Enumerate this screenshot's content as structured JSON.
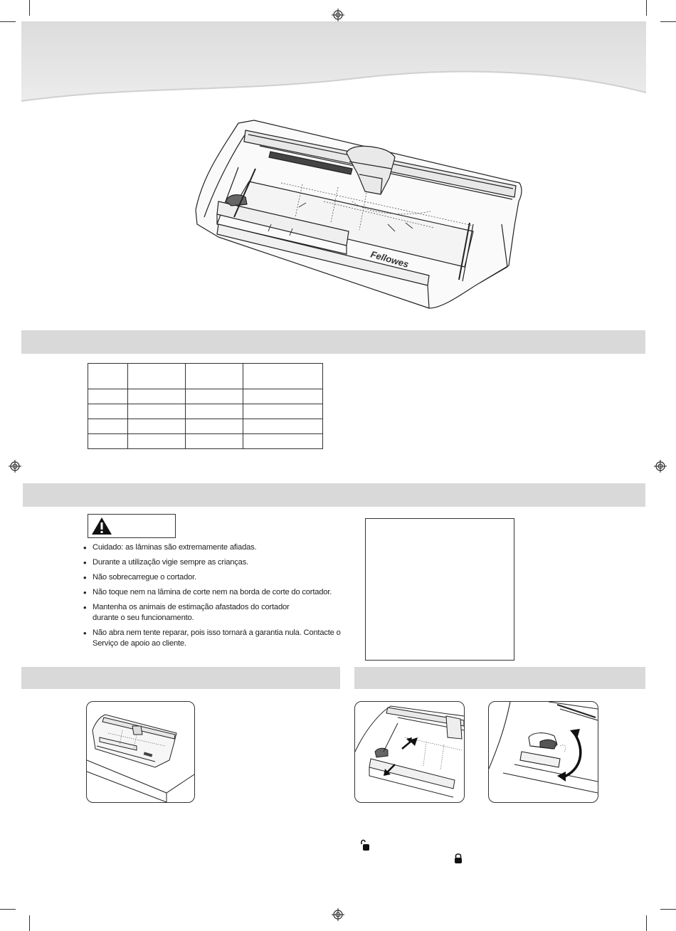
{
  "safety": {
    "items": [
      "Cuidado: as lâminas são extremamente afiadas.",
      "Durante a utilização vigie sempre as crianças.",
      "Não sobrecarregue o cortador.",
      "Não toque nem na lâmina de corte nem na borda de corte do cortador.",
      "Mantenha os animais de estimação afastados do cortador durante o seu funcionamento.",
      "Não abra nem tente reparar, pois isso tornará a garantia nula. Contacte o Serviço de apoio ao cliente."
    ],
    "bullet": "•"
  },
  "brand": {
    "logo": "Fellowes"
  },
  "icons": {
    "unlock": "unlock-icon",
    "lock": "lock-icon",
    "warning": "warning-triangle-icon"
  },
  "colors": {
    "band": "#d9d9d9",
    "line": "#333333"
  }
}
